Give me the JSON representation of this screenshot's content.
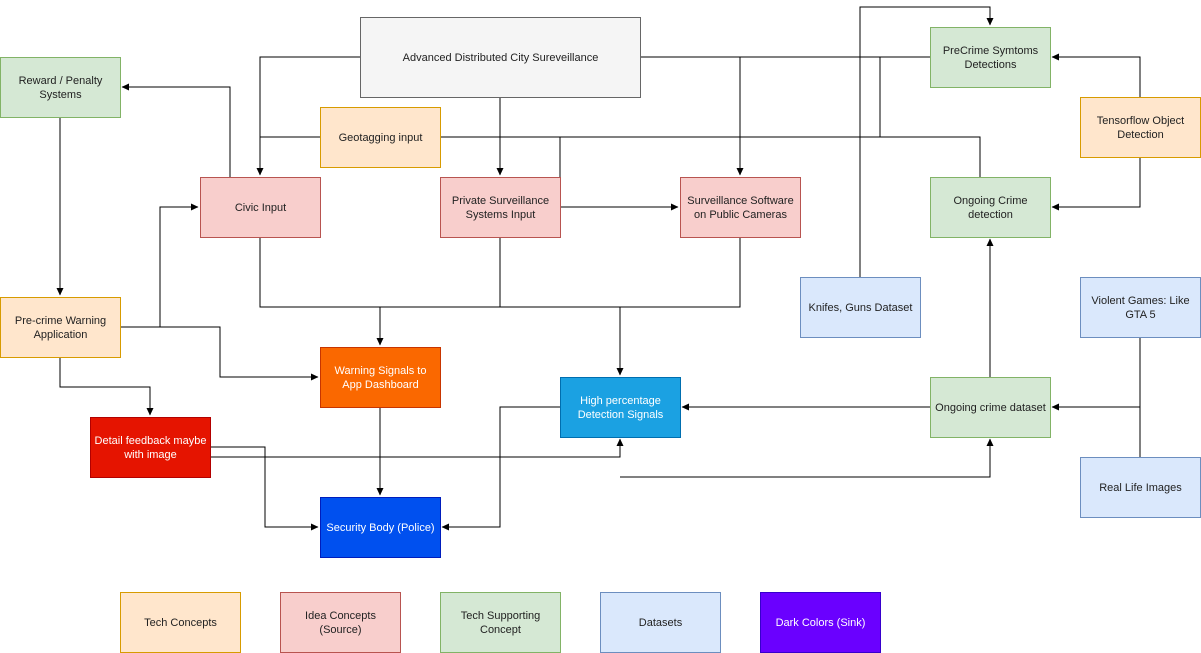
{
  "nodes": {
    "surveillance": "Advanced Distributed City Sureveillance",
    "precrime_detect": "PreCrime Symtoms Detections",
    "reward": "Reward / Penalty Systems",
    "geotag": "Geotagging input",
    "tensorflow": "Tensorflow Object Detection",
    "civic": "Civic Input",
    "private": "Private Surveillance Systems Input",
    "software": "Surveillance Software on Public Cameras",
    "ongoing_detect": "Ongoing Crime detection",
    "knifes": "Knifes, Guns Dataset",
    "violent": "Violent Games: Like GTA 5",
    "precrime_app": "Pre-crime Warning Application",
    "warning": "Warning Signals to App Dashboard",
    "high": "High percentage Detection Signals",
    "ongoing_dataset": "Ongoing crime dataset",
    "detail": "Detail feedback maybe with image",
    "real": "Real Life Images",
    "security": "Security Body (Police)"
  },
  "legend": {
    "tech": "Tech Concepts",
    "idea": "Idea Concepts (Source)",
    "support": "Tech Supporting Concept",
    "datasets": "Datasets",
    "dark": "Dark Colors (Sink)"
  },
  "colors": {
    "tech": "#ffe6cc",
    "idea": "#f8cecc",
    "support": "#d5e8d4",
    "datasets": "#dae8fc",
    "gray": "#f5f5f5",
    "dark_orange": "#fa6800",
    "dark_red": "#e51400",
    "dark_blue": "#0050ef",
    "mid_blue": "#1ba1e2",
    "purple": "#6a00ff",
    "line": "#000000"
  }
}
